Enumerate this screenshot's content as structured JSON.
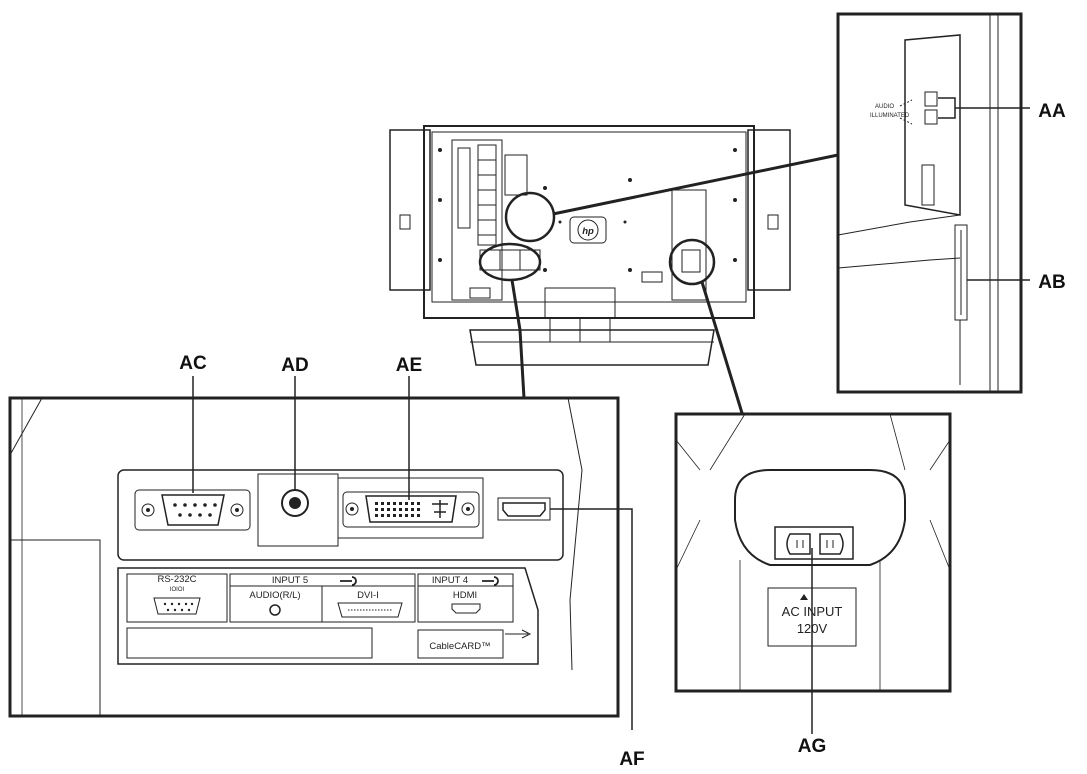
{
  "callouts": {
    "aa": "AA",
    "ab": "AB",
    "ac": "AC",
    "ad": "AD",
    "ae": "AE",
    "af": "AF",
    "ag": "AG"
  },
  "panel_labels": {
    "rs232c": "RS-232C",
    "rs232c_sub": "IOIOI",
    "input5": "INPUT 5",
    "audio": "AUDIO(R/L)",
    "dvi": "DVI-I",
    "input4": "INPUT 4",
    "hdmi": "HDMI",
    "cablecard": "CableCARD™"
  },
  "power_labels": {
    "ac_input": "AC INPUT",
    "voltage": "120V"
  },
  "brand": {
    "logo_text": "hp"
  }
}
